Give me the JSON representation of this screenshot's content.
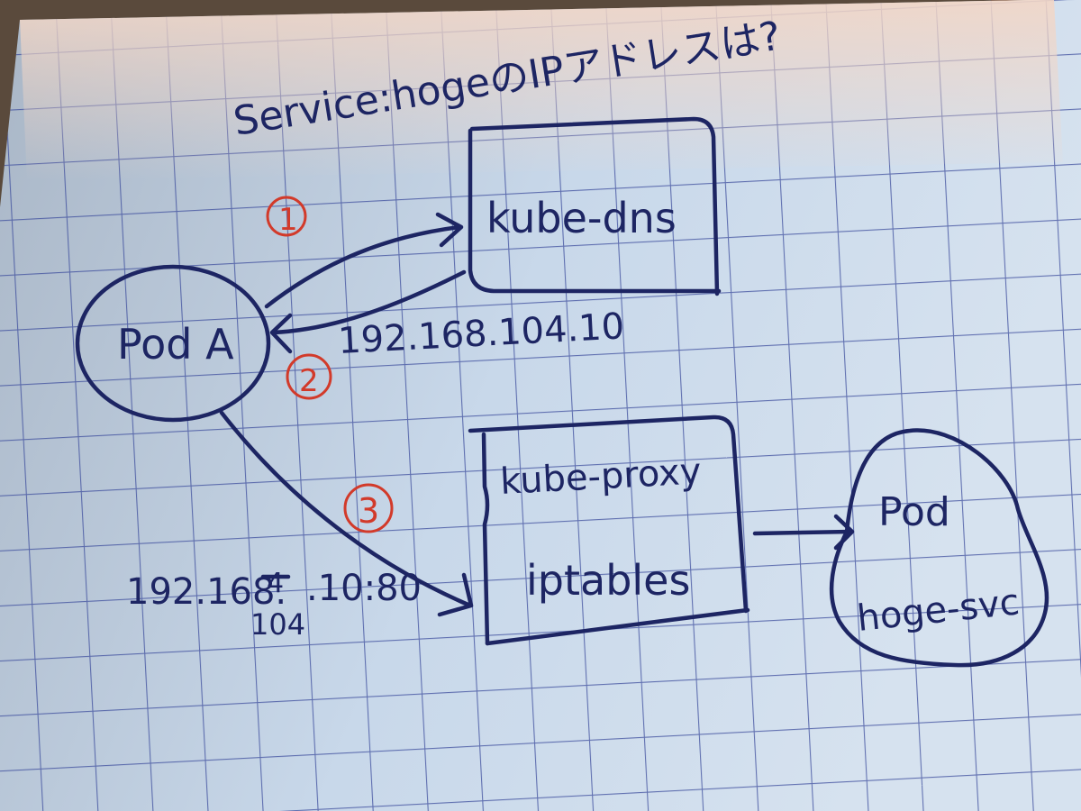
{
  "note": {
    "title": "Service:hogeのIPアドレスは?",
    "steps": {
      "step1": "1",
      "step2": "2",
      "step3": "3"
    }
  },
  "nodes": {
    "pod_a": "Pod A",
    "kube_dns": "kube-dns",
    "kube_proxy": "kube-proxy",
    "iptables": "iptables",
    "target_pod": "Pod",
    "target_svc": "hoge-svc"
  },
  "labels": {
    "dns_reply": "192.168.104.10",
    "request_prefix": "192.168.",
    "request_struck": "4",
    "request_correction": "104",
    "request_suffix": ".10:80"
  },
  "colors": {
    "paper": "#c8d8ea",
    "grid": "#3c4c9c",
    "ink": "#1d2563",
    "red_ink": "#d23a2a",
    "background": "#5a4a3c"
  }
}
